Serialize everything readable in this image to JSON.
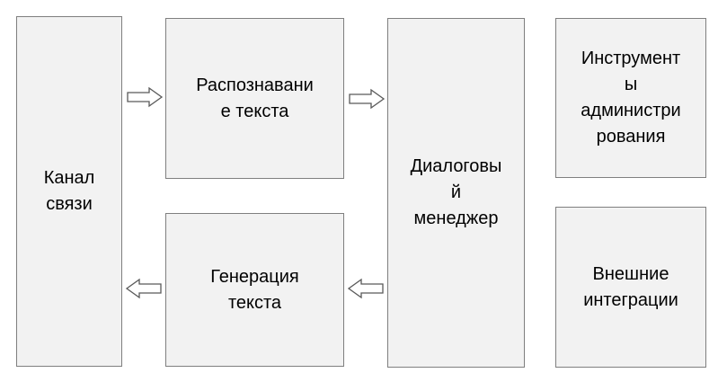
{
  "diagram": {
    "blocks": {
      "channel": {
        "label": "Канал\nсвязи"
      },
      "recognition": {
        "label": "Распознавани\nе текста"
      },
      "generation": {
        "label": "Генерация\nтекста"
      },
      "dialog_manager": {
        "label": "Диалоговы\nй\nменеджер"
      },
      "admin_tools": {
        "label": "Инструмент\nы\nадминистри\nрования"
      },
      "external_integrations": {
        "label": "Внешние\nинтеграции"
      }
    },
    "arrows": [
      {
        "from": "channel",
        "to": "recognition",
        "direction": "right"
      },
      {
        "from": "recognition",
        "to": "dialog_manager",
        "direction": "right"
      },
      {
        "from": "dialog_manager",
        "to": "generation",
        "direction": "left"
      },
      {
        "from": "generation",
        "to": "channel",
        "direction": "left"
      }
    ],
    "colors": {
      "block_fill": "#f2f2f2",
      "block_border": "#7f7f7f",
      "arrow_fill": "#ffffff",
      "arrow_border": "#595959"
    }
  }
}
